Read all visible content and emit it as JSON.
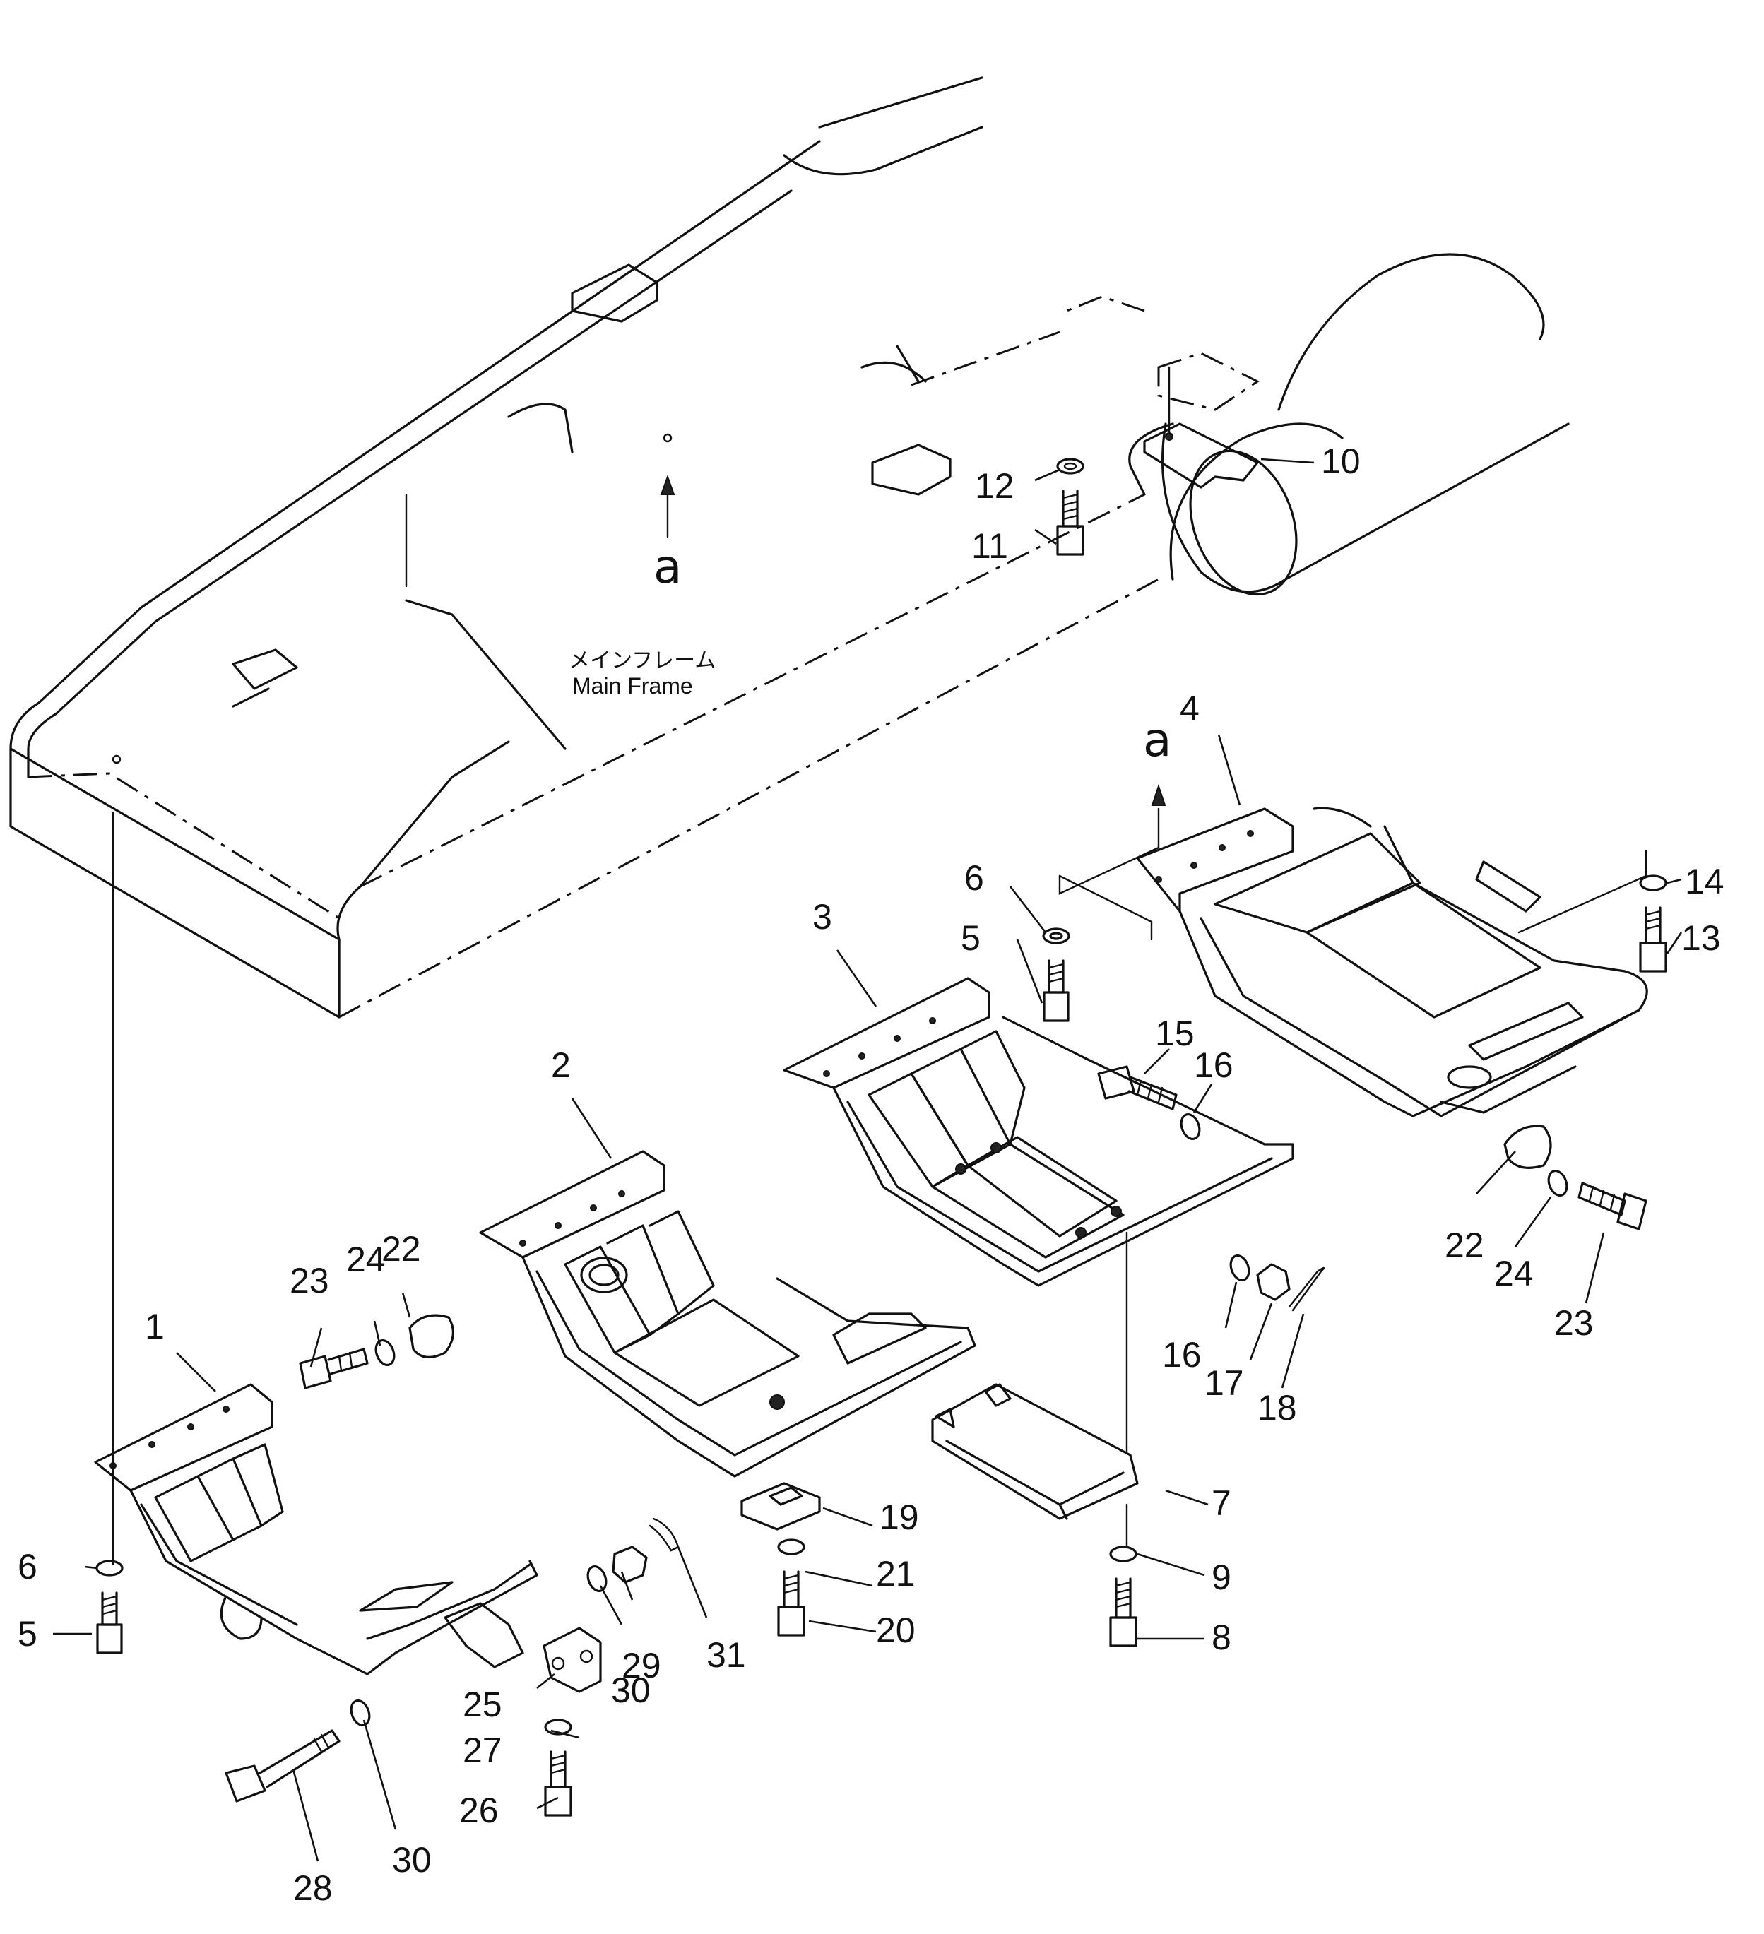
{
  "frame_label": {
    "jp": "メインフレーム",
    "en": "Main Frame"
  },
  "view_marker": "a",
  "callouts": [
    {
      "id": "c1",
      "n": "1"
    },
    {
      "id": "c2",
      "n": "2"
    },
    {
      "id": "c3",
      "n": "3"
    },
    {
      "id": "c4",
      "n": "4"
    },
    {
      "id": "c5a",
      "n": "5"
    },
    {
      "id": "c5b",
      "n": "5"
    },
    {
      "id": "c6a",
      "n": "6"
    },
    {
      "id": "c6b",
      "n": "6"
    },
    {
      "id": "c7",
      "n": "7"
    },
    {
      "id": "c8",
      "n": "8"
    },
    {
      "id": "c9",
      "n": "9"
    },
    {
      "id": "c10",
      "n": "10"
    },
    {
      "id": "c11",
      "n": "11"
    },
    {
      "id": "c12",
      "n": "12"
    },
    {
      "id": "c13",
      "n": "13"
    },
    {
      "id": "c14",
      "n": "14"
    },
    {
      "id": "c15",
      "n": "15"
    },
    {
      "id": "c16a",
      "n": "16"
    },
    {
      "id": "c16b",
      "n": "16"
    },
    {
      "id": "c17",
      "n": "17"
    },
    {
      "id": "c18",
      "n": "18"
    },
    {
      "id": "c19",
      "n": "19"
    },
    {
      "id": "c20",
      "n": "20"
    },
    {
      "id": "c21",
      "n": "21"
    },
    {
      "id": "c22a",
      "n": "22"
    },
    {
      "id": "c22b",
      "n": "22"
    },
    {
      "id": "c23a",
      "n": "23"
    },
    {
      "id": "c23b",
      "n": "23"
    },
    {
      "id": "c24a",
      "n": "24"
    },
    {
      "id": "c24b",
      "n": "24"
    },
    {
      "id": "c25",
      "n": "25"
    },
    {
      "id": "c26",
      "n": "26"
    },
    {
      "id": "c27",
      "n": "27"
    },
    {
      "id": "c28",
      "n": "28"
    },
    {
      "id": "c29",
      "n": "29"
    },
    {
      "id": "c30a",
      "n": "30"
    },
    {
      "id": "c30b",
      "n": "30"
    },
    {
      "id": "c31",
      "n": "31"
    }
  ]
}
